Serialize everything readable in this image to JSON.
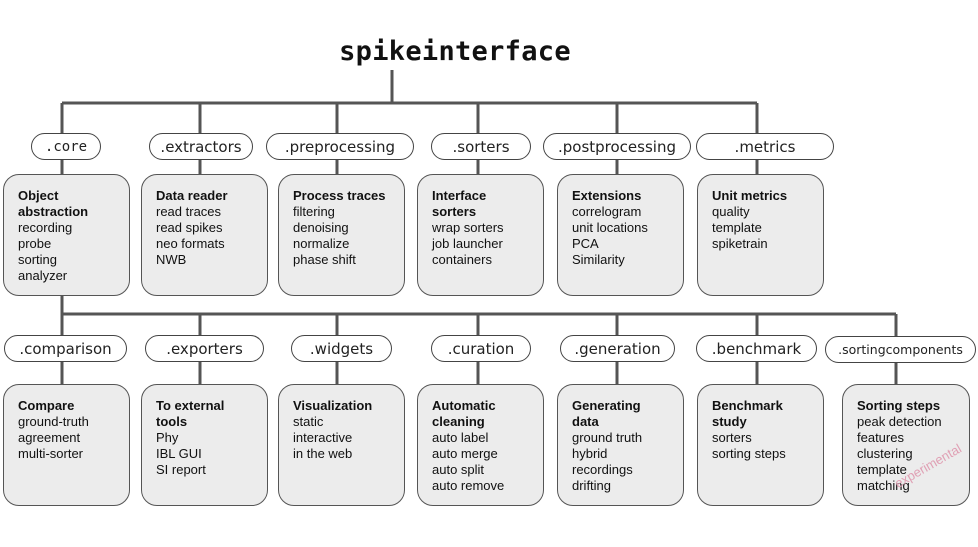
{
  "title": "spikeinterface",
  "top_row": [
    {
      "label": ".core",
      "heading": [
        "Object",
        "abstraction"
      ],
      "items": [
        "recording",
        "probe",
        "sorting",
        "analyzer"
      ]
    },
    {
      "label": ".extractors",
      "heading": [
        "Data reader"
      ],
      "items": [
        "read traces",
        "read spikes",
        "neo formats",
        "NWB"
      ]
    },
    {
      "label": ".preprocessing",
      "heading": [
        "Process traces"
      ],
      "items": [
        "filtering",
        "denoising",
        "normalize",
        "phase shift"
      ]
    },
    {
      "label": ".sorters",
      "heading": [
        "Interface",
        "sorters"
      ],
      "items": [
        "wrap sorters",
        "job launcher",
        "containers"
      ]
    },
    {
      "label": ".postprocessing",
      "heading": [
        "Extensions"
      ],
      "items": [
        "correlogram",
        "unit locations",
        "PCA",
        "Similarity"
      ]
    },
    {
      "label": ".metrics",
      "heading": [
        "Unit metrics"
      ],
      "items": [
        "quality",
        "template",
        "spiketrain"
      ]
    }
  ],
  "bottom_row": [
    {
      "label": ".comparison",
      "heading": [
        "Compare"
      ],
      "items": [
        "ground-truth",
        "agreement",
        "multi-sorter"
      ]
    },
    {
      "label": ".exporters",
      "heading": [
        "To external",
        "tools"
      ],
      "items": [
        "Phy",
        "IBL GUI",
        "SI report"
      ]
    },
    {
      "label": ".widgets",
      "heading": [
        "Visualization"
      ],
      "items": [
        "static",
        "interactive",
        "in the web"
      ]
    },
    {
      "label": ".curation",
      "heading": [
        "Automatic",
        "cleaning"
      ],
      "items": [
        "auto label",
        "auto merge",
        "auto split",
        "auto remove"
      ]
    },
    {
      "label": ".generation",
      "heading": [
        "Generating",
        "data"
      ],
      "items": [
        "ground truth",
        "hybrid",
        "recordings",
        "drifting"
      ]
    },
    {
      "label": ".benchmark",
      "heading": [
        "Benchmark",
        "study"
      ],
      "items": [
        "sorters",
        "sorting steps"
      ]
    },
    {
      "label": ".sortingcomponents",
      "heading": [
        "Sorting steps"
      ],
      "items": [
        "peak detection",
        "features",
        "clustering",
        "template",
        "matching"
      ]
    }
  ],
  "watermark": "experimental",
  "colors": {
    "connector": "#555555",
    "box_fill": "#ececec",
    "watermark": "#e0a0b4"
  }
}
